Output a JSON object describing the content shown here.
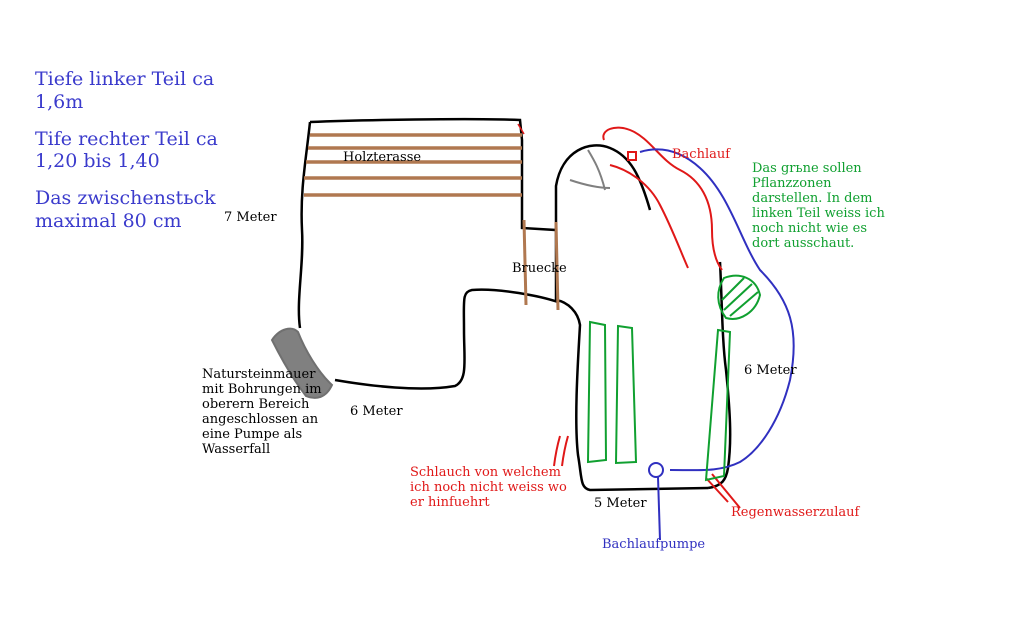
{
  "colors": {
    "outline": "#000000",
    "wood": "#b07850",
    "stream": "#e01818",
    "blue": "#3030c0",
    "green": "#10a030",
    "stone": "#808080",
    "note_blue": "#3b3bcc",
    "note_red": "#e01818",
    "note_green": "#10a030"
  },
  "notes": {
    "depth_left": "Tiefe linker Teil ca 1,6m",
    "depth_right": "Tife rechter Teil ca 1,20 bis 1,40",
    "middle": "Das zwischenstьck maximal 80 cm"
  },
  "labels": {
    "holzterasse": "Holzterasse",
    "bruecke": "Bruecke",
    "seven_meter": "7 Meter",
    "six_meter_left": "6 Meter",
    "six_meter_right": "6 Meter",
    "five_meter": "5 Meter",
    "bachlauf": "Bachlauf",
    "bachlaufpumpe": "Bachlaufpumpe",
    "regenwasser": "Regenwasserzulauf",
    "schlauch": "Schlauch von welchem ich noch nicht weiss wo er hinfuehrt",
    "naturstein": "Natursteinmauer mit Bohrungen im oberern Bereich angeschlossen an eine Pumpe als Wasserfall",
    "green_note": "Das grьne sollen Pflanzzonen darstellen. In dem linken Teil weiss ich noch nicht wie es dort ausschaut."
  }
}
